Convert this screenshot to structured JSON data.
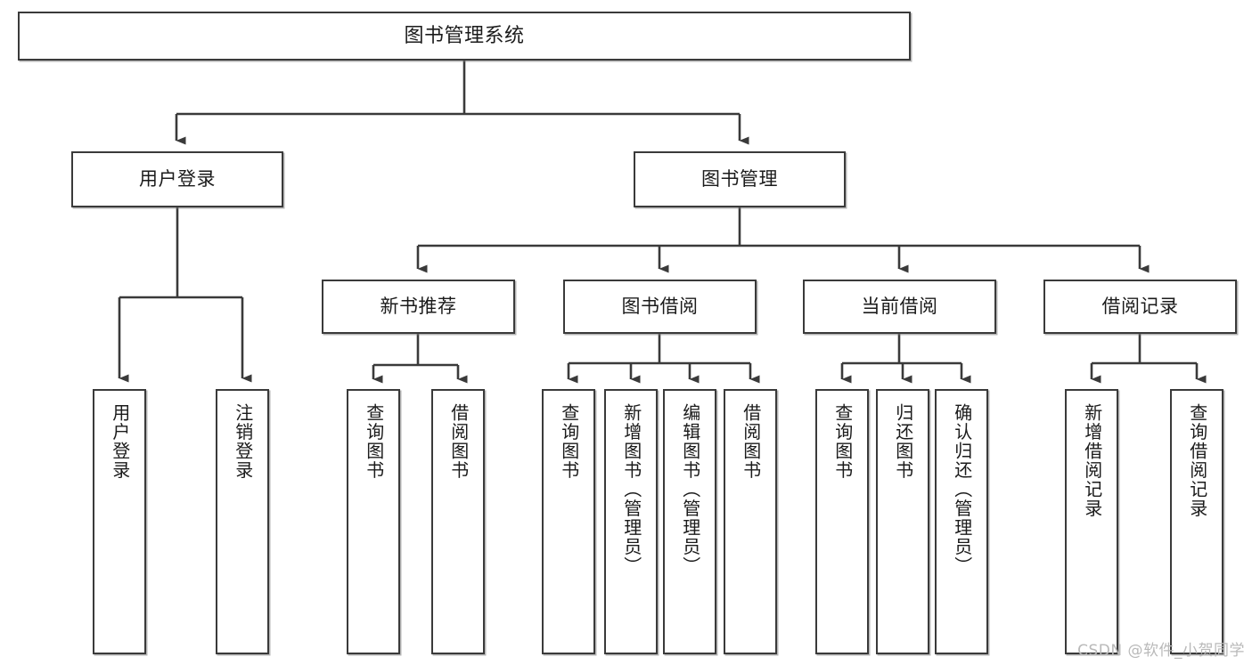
{
  "diagram": {
    "title": "图书管理系统",
    "type": "tree-hierarchy-chart",
    "watermark": "CSDN @软件_小贺同学",
    "colors": {
      "box_border": "#3a3a3a",
      "box_fill": "#ffffff",
      "edge": "#3a3a3a",
      "text": "#1b1b1b",
      "watermark": "#b9b9b9",
      "background": "#ffffff"
    },
    "levels": {
      "root": {
        "label": "图书管理系统"
      },
      "level2": [
        {
          "id": "user-login",
          "label": "用户登录"
        },
        {
          "id": "book-manage",
          "label": "图书管理"
        }
      ],
      "level3": [
        {
          "id": "new-book-recommend",
          "label": "新书推荐",
          "parent": "book-manage"
        },
        {
          "id": "book-borrow",
          "label": "图书借阅",
          "parent": "book-manage"
        },
        {
          "id": "current-borrow",
          "label": "当前借阅",
          "parent": "book-manage"
        },
        {
          "id": "borrow-record",
          "label": "借阅记录",
          "parent": "book-manage"
        }
      ],
      "leaves": [
        {
          "id": "leaf-user-login",
          "label": "用户登录",
          "parent": "user-login"
        },
        {
          "id": "leaf-logout-login",
          "label": "注销登录",
          "parent": "user-login"
        },
        {
          "id": "leaf-query-book-1",
          "label": "查询图书",
          "parent": "new-book-recommend"
        },
        {
          "id": "leaf-borrow-book-1",
          "label": "借阅图书",
          "parent": "new-book-recommend"
        },
        {
          "id": "leaf-query-book-2",
          "label": "查询图书",
          "parent": "book-borrow"
        },
        {
          "id": "leaf-add-book",
          "label": "新增图书（管理员）",
          "parent": "book-borrow"
        },
        {
          "id": "leaf-edit-book",
          "label": "编辑图书（管理员）",
          "parent": "book-borrow"
        },
        {
          "id": "leaf-borrow-book-2",
          "label": "借阅图书",
          "parent": "book-borrow"
        },
        {
          "id": "leaf-query-book-3",
          "label": "查询图书",
          "parent": "current-borrow"
        },
        {
          "id": "leaf-return-book",
          "label": "归还图书",
          "parent": "current-borrow"
        },
        {
          "id": "leaf-confirm-return",
          "label": "确认归还（管理员）",
          "parent": "current-borrow"
        },
        {
          "id": "leaf-add-record",
          "label": "新增借阅记录",
          "parent": "borrow-record"
        },
        {
          "id": "leaf-query-record",
          "label": "查询借阅记录",
          "parent": "borrow-record"
        }
      ]
    }
  }
}
